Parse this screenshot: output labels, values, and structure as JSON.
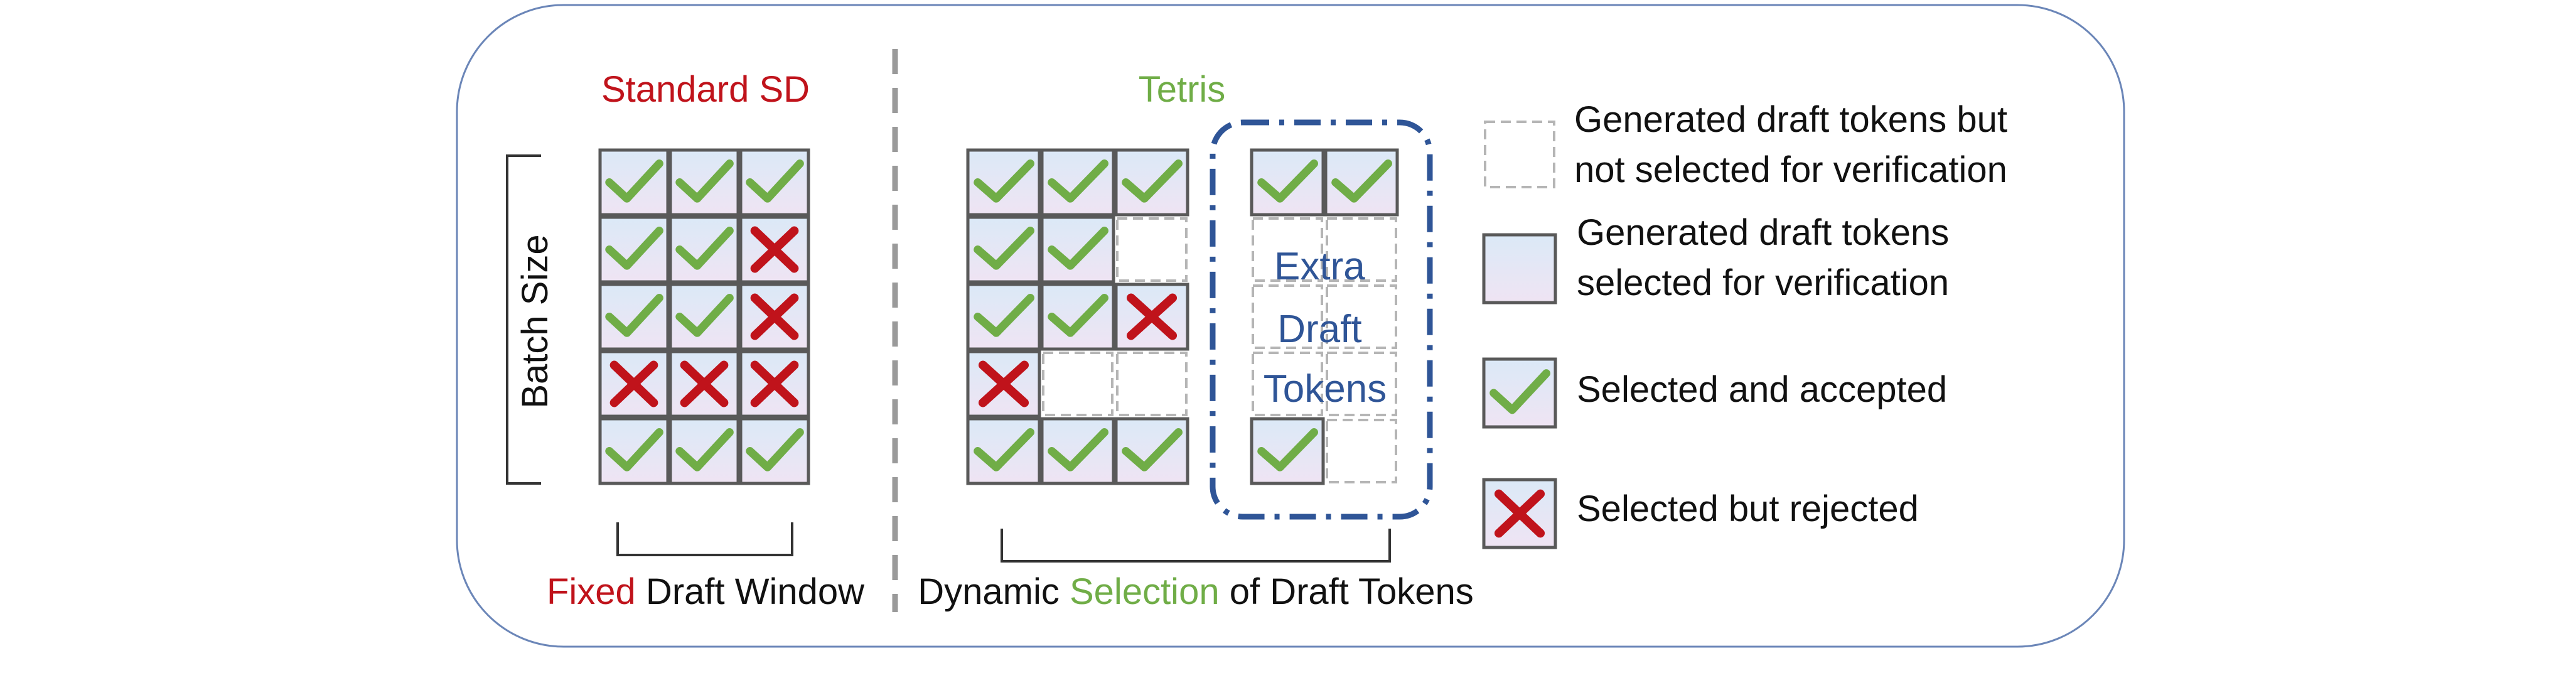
{
  "colors": {
    "red": "#c0131b",
    "green": "#70ad47",
    "blue_dash": "#2f5597",
    "label_blue": "#2f5597",
    "cell_fill_top": "#dbe9f7",
    "cell_fill_bottom": "#efe4f3",
    "cell_border": "#595959",
    "frame": "#6b86b8"
  },
  "icons": {
    "accept": "check-icon",
    "reject": "cross-icon"
  },
  "standard_sd": {
    "title": "Standard SD",
    "y_label": "Batch Size",
    "x_label_red": "Fixed",
    "x_label_black": " Draft Window",
    "grid": [
      [
        "accept",
        "accept",
        "accept"
      ],
      [
        "accept",
        "accept",
        "reject"
      ],
      [
        "accept",
        "accept",
        "reject"
      ],
      [
        "reject",
        "reject",
        "reject"
      ],
      [
        "accept",
        "accept",
        "accept"
      ]
    ]
  },
  "tetris": {
    "title": "Tetris",
    "x_label_part1": "Dynamic ",
    "x_label_part2": "Selection",
    "x_label_part3": " of Draft Tokens",
    "grid": [
      [
        "accept",
        "accept",
        "accept"
      ],
      [
        "accept",
        "accept",
        "unselected"
      ],
      [
        "accept",
        "accept",
        "reject"
      ],
      [
        "reject",
        "unselected",
        "unselected"
      ],
      [
        "accept",
        "accept",
        "accept"
      ]
    ],
    "extra_label_lines": [
      "Extra",
      "Draft",
      "Tokens"
    ],
    "extra_grid": [
      [
        "accept",
        "accept"
      ],
      [
        "unselected",
        "unselected"
      ],
      [
        "unselected",
        "unselected"
      ],
      [
        "unselected",
        "unselected"
      ],
      [
        "accept",
        "unselected"
      ]
    ]
  },
  "legend": [
    {
      "kind": "unselected",
      "lines": [
        "Generated draft tokens but",
        "not selected for verification"
      ]
    },
    {
      "kind": "selected",
      "lines": [
        "Generated draft tokens",
        "selected for verification"
      ]
    },
    {
      "kind": "accept",
      "lines": [
        "Selected and accepted"
      ]
    },
    {
      "kind": "reject",
      "lines": [
        "Selected but rejected"
      ]
    }
  ]
}
